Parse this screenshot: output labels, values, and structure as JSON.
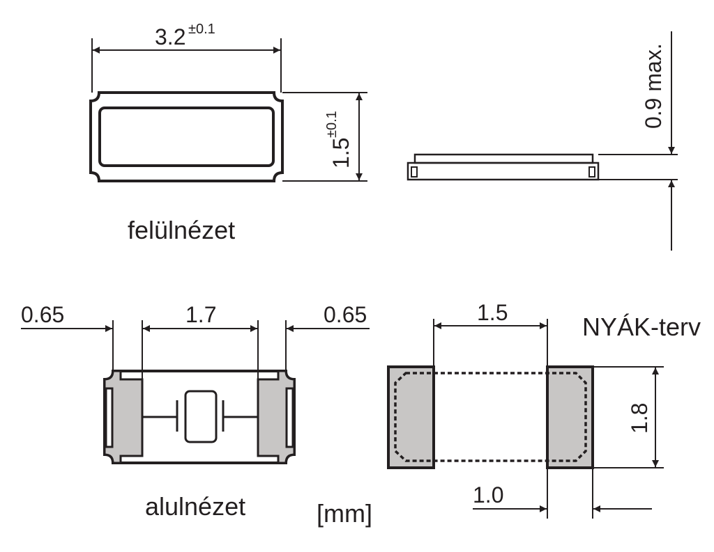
{
  "top_view": {
    "width_label": "3.2",
    "width_tol": "±0.1",
    "height_label": "1.5",
    "height_tol": "±0.1",
    "caption": "felülnézet"
  },
  "side_view": {
    "height_label": "0.9 max."
  },
  "bottom_view": {
    "left_pad": "0.65",
    "gap": "1.7",
    "right_pad": "0.65",
    "caption": "alulnézet"
  },
  "units": "[mm]",
  "pcb": {
    "title": "NYÁK-terv",
    "gap": "1.5",
    "height": "1.8",
    "pad_width": "1.0"
  },
  "colors": {
    "line": "#231f20",
    "pad_fill": "#c8c6c5"
  }
}
